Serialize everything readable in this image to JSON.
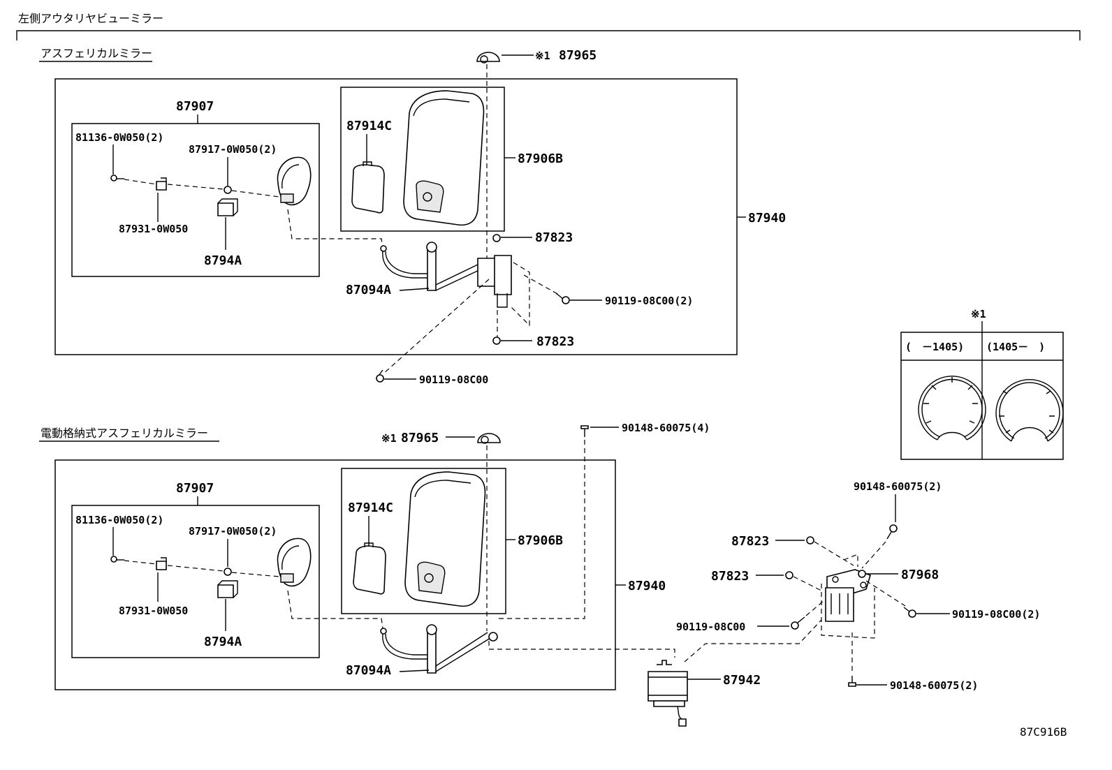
{
  "header": {
    "title": "左側アウタリヤビューミラー"
  },
  "footer": {
    "code": "87C916B"
  },
  "sections": [
    {
      "title": "アスフェリカルミラー",
      "labels": {
        "mirror_cap": "87965",
        "mirror_cap_mark": "※1",
        "subassy": "87907",
        "screw": "81136-0W050(2)",
        "nut": "87917-0W050(2)",
        "bracket_small": "87931-0W050",
        "bracket": "8794A",
        "cover": "87914C",
        "mirror": "87906B",
        "assy": "87940",
        "washer_top": "87823",
        "stay": "87094A",
        "bolt_right": "90119-08C00(2)",
        "washer_bottom": "87823",
        "bolt_bottom": "90119-08C00"
      }
    },
    {
      "title": "電動格納式アスフェリカルミラー",
      "labels": {
        "mirror_cap": "87965",
        "mirror_cap_mark": "※1",
        "screw_top": "90148-60075(4)",
        "subassy": "87907",
        "screw": "81136-0W050(2)",
        "nut": "87917-0W050(2)",
        "bracket_small": "87931-0W050",
        "bracket": "8794A",
        "cover": "87914C",
        "mirror": "87906B",
        "assy": "87940",
        "stay": "87094A"
      }
    }
  ],
  "retractor": {
    "screw_top": "90148-60075(2)",
    "washer_a": "87823",
    "washer_b": "87823",
    "bracket": "87968",
    "bolt_left": "90119-08C00",
    "bolt_right": "90119-08C00(2)",
    "screw_bottom": "90148-60075(2)",
    "motor": "87942"
  },
  "note_table": {
    "mark": "※1",
    "col1": "(　－1405)",
    "col2": "(1405－　)"
  }
}
